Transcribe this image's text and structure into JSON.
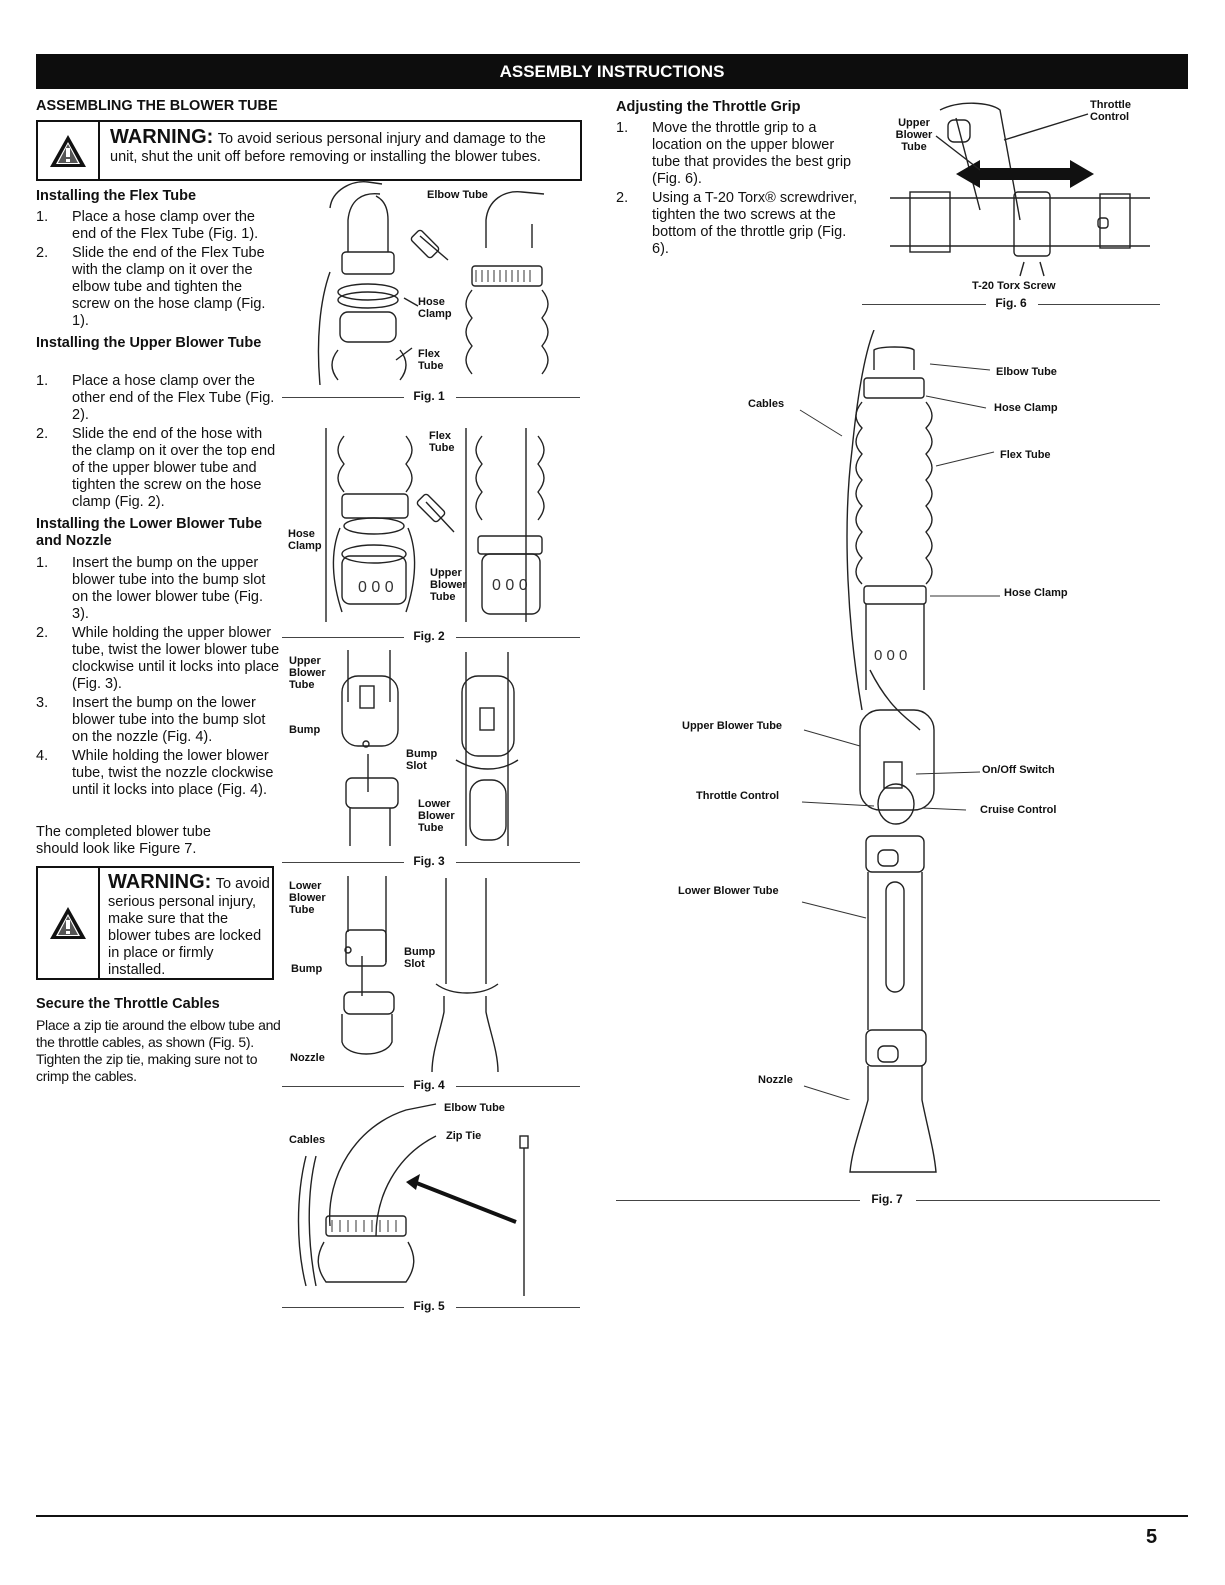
{
  "header": {
    "banner": "ASSEMBLY INSTRUCTIONS"
  },
  "left": {
    "section_title": "ASSEMBLING THE BLOWER TUBE",
    "warning1": {
      "title": "WARNING:",
      "text_inline": "To avoid serious personal injury and damage to the",
      "text_line2": "unit, shut the unit off before removing or installing the blower tubes."
    },
    "flex": {
      "title": "Installing the Flex Tube",
      "steps": [
        {
          "num": "1.",
          "text": "Place a hose clamp over the end of the Flex Tube (Fig. 1)."
        },
        {
          "num": "2.",
          "text": "Slide the end of the Flex Tube with the clamp on it over the elbow tube and tighten the screw on the hose clamp (Fig. 1)."
        }
      ]
    },
    "upper": {
      "title": "Installing the Upper Blower Tube",
      "steps": [
        {
          "num": "1.",
          "text": "Place a hose clamp over the other end of the Flex Tube (Fig. 2)."
        },
        {
          "num": "2.",
          "text": "Slide the end of the hose with the clamp on it over the top end of the upper blower tube and tighten the screw on the hose clamp (Fig. 2)."
        }
      ]
    },
    "lower": {
      "title": "Installing the Lower Blower Tube and Nozzle",
      "steps": [
        {
          "num": "1.",
          "text": "Insert the bump on the upper blower tube into the bump slot on the lower blower tube (Fig. 3)."
        },
        {
          "num": "2.",
          "text": "While holding the upper blower tube, twist the lower blower tube clockwise until it locks into place (Fig. 3)."
        },
        {
          "num": "3.",
          "text": "Insert the bump on the lower blower tube into the bump slot on the nozzle (Fig. 4)."
        },
        {
          "num": "4.",
          "text": "While holding the lower blower tube, twist the nozzle clockwise until it locks into place (Fig. 4)."
        }
      ],
      "completed": "The completed blower tube should look like Figure 7."
    },
    "warning2": {
      "title": "WARNING:",
      "text_inline": "To avoid",
      "text_rest": "serious personal injury, make sure that the blower tubes are locked in place or firmly installed."
    },
    "throttle_cables": {
      "title": "Secure the Throttle Cables",
      "text": "Place a zip tie around the elbow tube and the throttle cables, as shown (Fig. 5). Tighten the zip tie, making sure not to crimp the cables."
    }
  },
  "figures": {
    "fig1": {
      "label": "Fig. 1",
      "elbow_tube": "Elbow Tube",
      "hose_clamp": "Hose Clamp",
      "flex_tube": "Flex Tube"
    },
    "fig2": {
      "label": "Fig. 2",
      "flex_tube": "Flex Tube",
      "hose_clamp": "Hose Clamp",
      "upper_blower_tube": "Upper Blower Tube"
    },
    "fig3": {
      "label": "Fig. 3",
      "upper_blower_tube": "Upper Blower Tube",
      "bump": "Bump",
      "bump_slot": "Bump Slot",
      "lower_blower_tube": "Lower Blower Tube"
    },
    "fig4": {
      "label": "Fig. 4",
      "lower_blower_tube": "Lower Blower Tube",
      "bump": "Bump",
      "bump_slot": "Bump Slot",
      "nozzle": "Nozzle"
    },
    "fig5": {
      "label": "Fig. 5",
      "elbow_tube": "Elbow Tube",
      "cables": "Cables",
      "zip_tie": "Zip Tie"
    },
    "fig6": {
      "label": "Fig. 6",
      "upper_blower_tube": "Upper Blower Tube",
      "throttle_control": "Throttle Control",
      "torx_screw": "T-20 Torx Screw"
    },
    "fig7": {
      "label": "Fig. 7",
      "cables": "Cables",
      "elbow_tube": "Elbow Tube",
      "hose_clamp_top": "Hose Clamp",
      "flex_tube": "Flex Tube",
      "hose_clamp_bottom": "Hose Clamp",
      "upper_blower_tube": "Upper Blower Tube",
      "on_off_switch": "On/Off Switch",
      "throttle_control": "Throttle Control",
      "cruise_control": "Cruise Control",
      "lower_blower_tube": "Lower Blower Tube",
      "nozzle": "Nozzle"
    }
  },
  "right": {
    "throttle_grip": {
      "title": "Adjusting the Throttle Grip",
      "steps": [
        {
          "num": "1.",
          "text": "Move the throttle grip to a location on the upper blower tube that provides the best grip (Fig. 6)."
        },
        {
          "num": "2.",
          "text": "Using a T-20 Torx® screwdriver, tighten the two screws at the bottom of the throttle grip (Fig. 6)."
        }
      ]
    }
  },
  "footer": {
    "page_number": "5"
  },
  "icons": {
    "warning": "warning-triangle-icon"
  }
}
